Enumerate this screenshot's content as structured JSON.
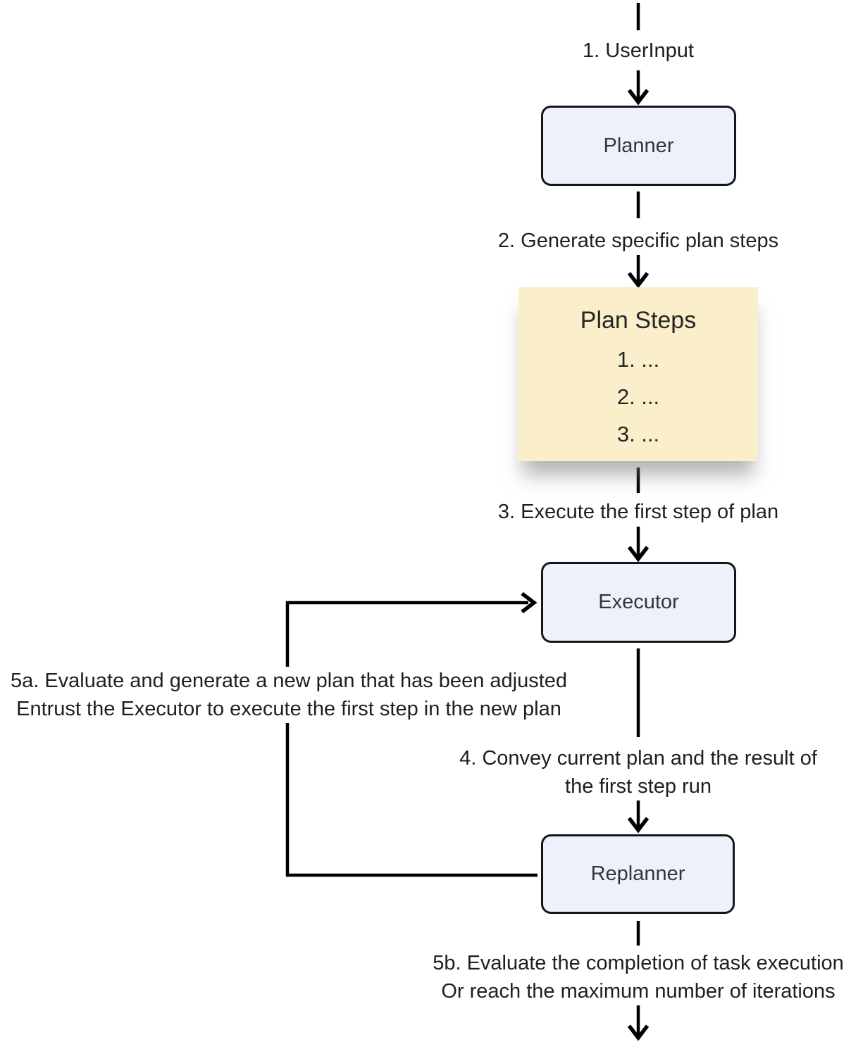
{
  "nodes": {
    "planner": {
      "label": "Planner"
    },
    "plan_steps": {
      "title": "Plan Steps",
      "items": [
        "1. ...",
        "2. ...",
        "3. ..."
      ]
    },
    "executor": {
      "label": "Executor"
    },
    "replanner": {
      "label": "Replanner"
    }
  },
  "edges": {
    "user_input": {
      "label": "1. UserInput"
    },
    "generate_plan": {
      "label": "2. Generate specific plan steps"
    },
    "execute_first_step": {
      "label": "3. Execute the first step of plan"
    },
    "convey_result": {
      "lines": [
        "4. Convey current plan and the result of",
        "the first step run"
      ]
    },
    "replan_loop": {
      "lines": [
        "5a. Evaluate and generate a new plan that has been adjusted",
        "Entrust the Executor to execute the first step in the new plan"
      ]
    },
    "finish": {
      "lines": [
        "5b. Evaluate the completion of task execution",
        "Or reach the maximum number of iterations"
      ]
    }
  },
  "colors": {
    "canvas_background": "#ffffff",
    "node_fill": "#edf1fa",
    "node_border": "#13171c",
    "plan_steps_fill": "#fbeecb",
    "connector": "#000000",
    "edge_label_text": "#1f1f1f",
    "node_label_text": "#2e3644"
  }
}
